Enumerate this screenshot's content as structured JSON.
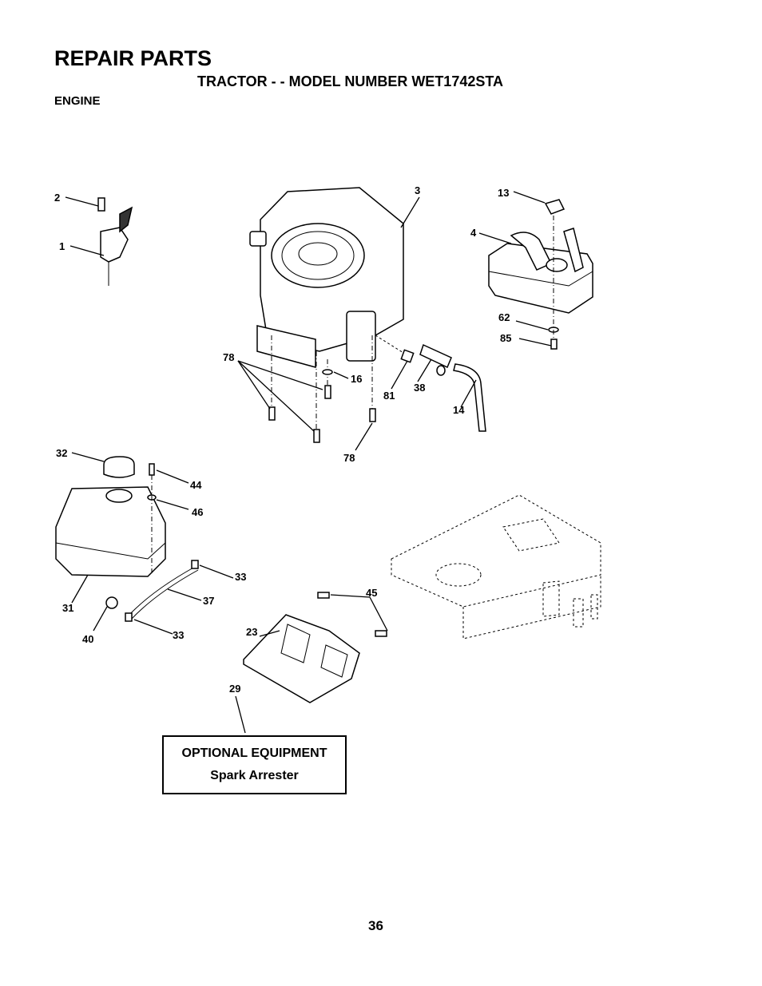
{
  "header": {
    "title": "REPAIR PARTS",
    "subtitle": "TRACTOR - - MODEL NUMBER WET1742STA",
    "section": "ENGINE"
  },
  "callouts": [
    "1",
    "2",
    "3",
    "4",
    "13",
    "62",
    "85",
    "78",
    "16",
    "81",
    "38",
    "14",
    "78",
    "32",
    "44",
    "46",
    "33",
    "37",
    "31",
    "40",
    "33",
    "45",
    "23",
    "29"
  ],
  "optional_box": {
    "heading": "OPTIONAL EQUIPMENT",
    "item": "Spark Arrester"
  },
  "page_number": "36"
}
